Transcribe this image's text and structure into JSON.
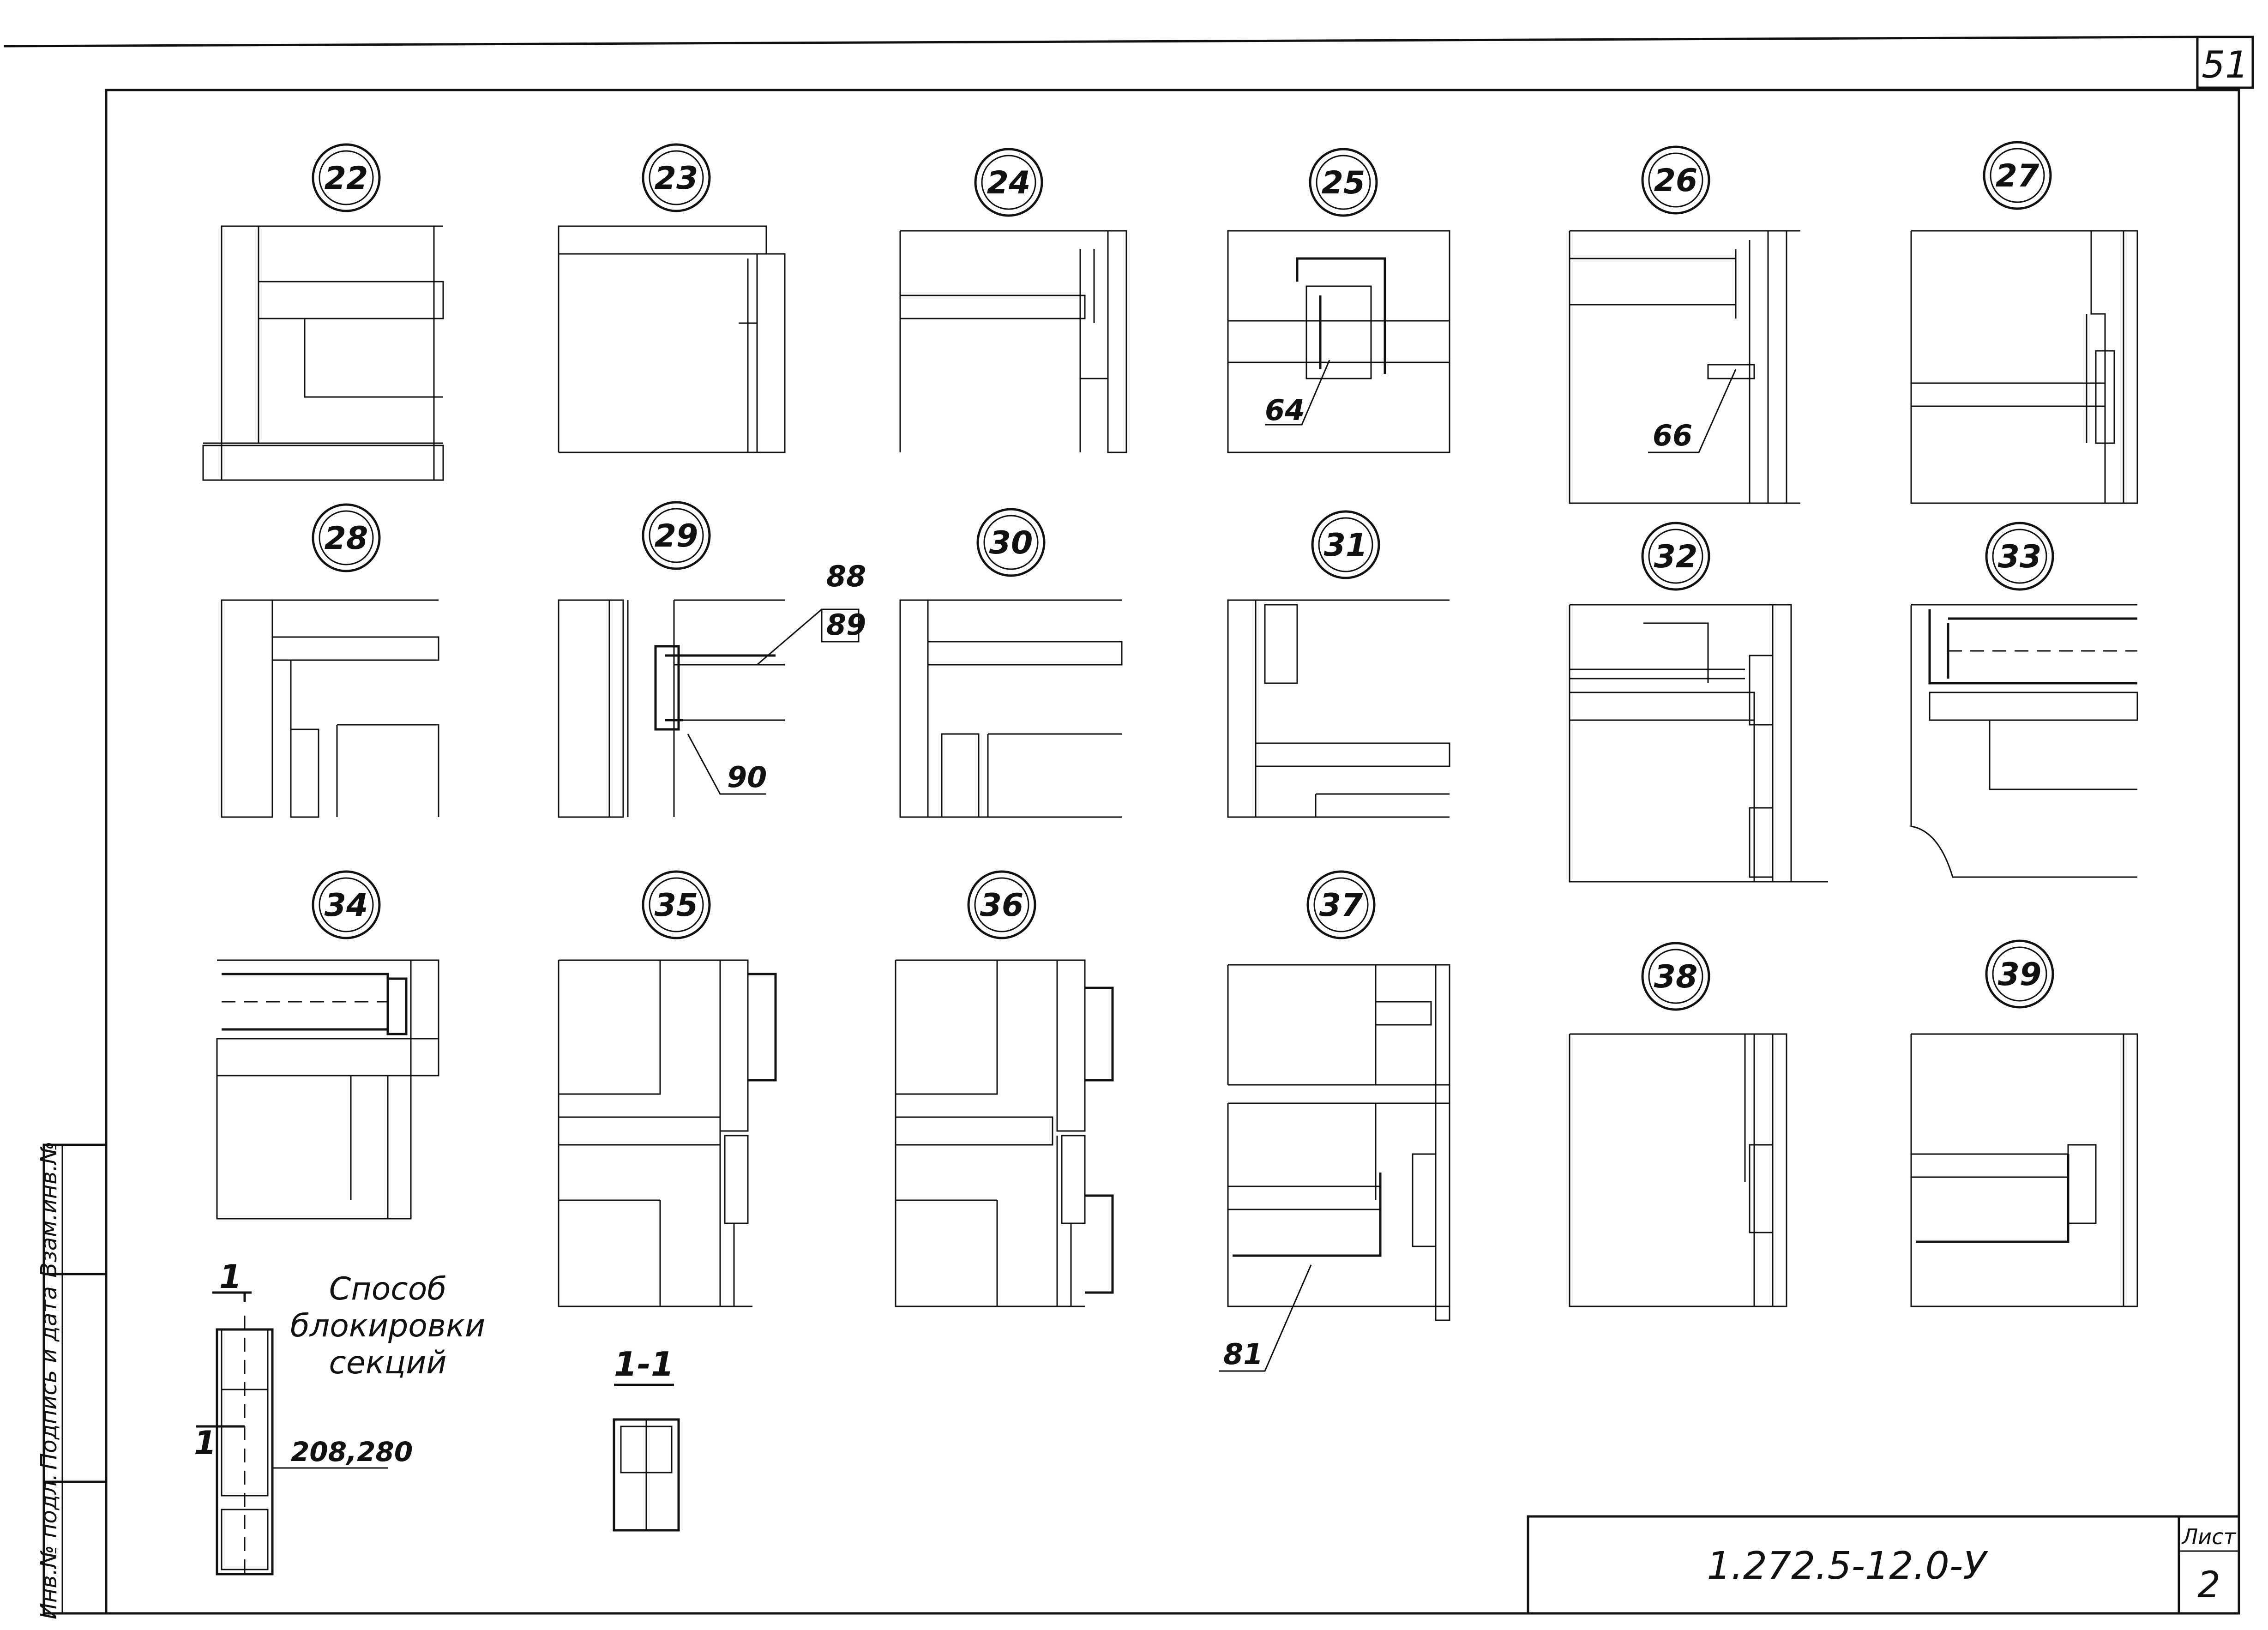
{
  "sheet_number": "51",
  "details": [
    {
      "label": "22"
    },
    {
      "label": "23"
    },
    {
      "label": "24"
    },
    {
      "label": "25"
    },
    {
      "label": "26"
    },
    {
      "label": "27"
    },
    {
      "label": "28"
    },
    {
      "label": "29"
    },
    {
      "label": "30"
    },
    {
      "label": "31"
    },
    {
      "label": "32"
    },
    {
      "label": "33"
    },
    {
      "label": "34"
    },
    {
      "label": "35"
    },
    {
      "label": "36"
    },
    {
      "label": "37"
    },
    {
      "label": "38"
    },
    {
      "label": "39"
    }
  ],
  "callouts": {
    "c64": "64",
    "c66": "66",
    "c88": "88",
    "c89": "89",
    "c90": "90",
    "c81": "81",
    "c208": "208,280"
  },
  "blocking_method": {
    "line1": "Способ",
    "line2": "блокировки",
    "line3": "секций",
    "section_mark": "1",
    "section_title": "1-1"
  },
  "side_stamp": {
    "col1": "Инв.№ подл.",
    "col2": "Подпись и дата",
    "col3": "Взам.инв.№"
  },
  "title_block": {
    "designation": "1.272.5-12.0-У",
    "sheet_label": "Лист",
    "sheet_value": "2"
  },
  "colors": {
    "ink": "#111111",
    "paper": "#ffffff"
  }
}
